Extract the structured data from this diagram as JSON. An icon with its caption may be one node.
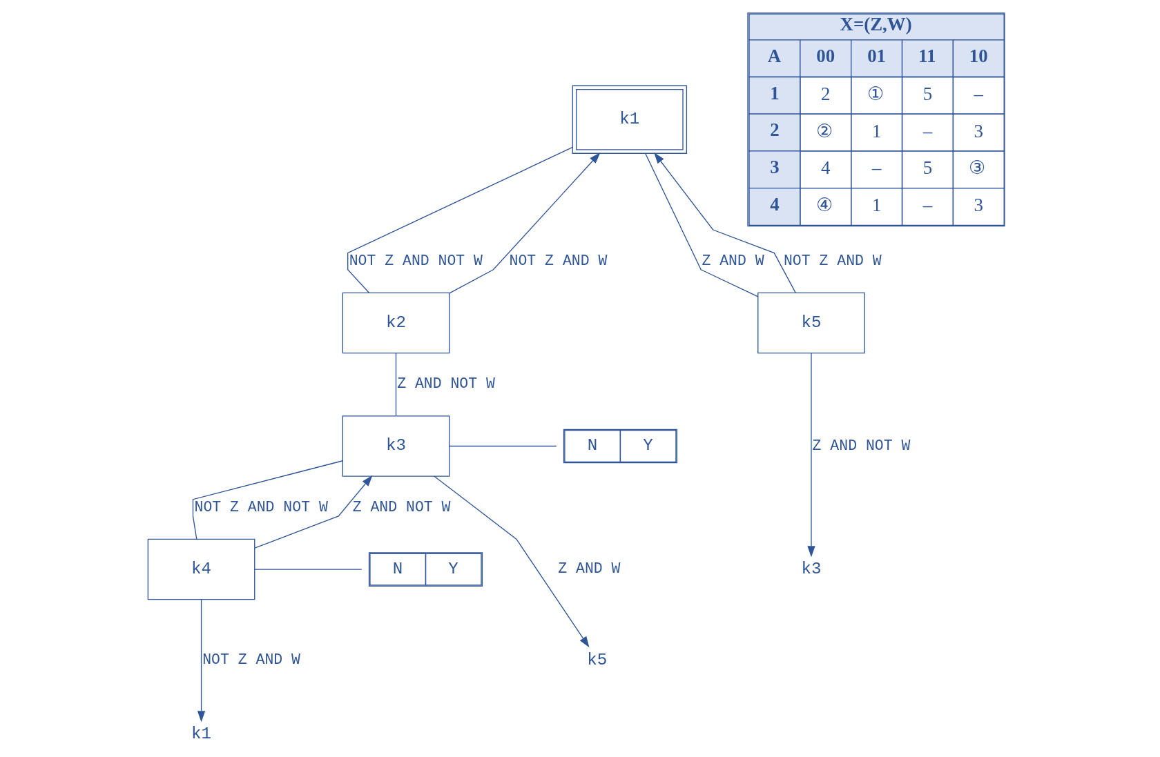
{
  "diagram": {
    "nodes": [
      {
        "text": [
          "k1"
        ]
      },
      {
        "text": [
          "k2"
        ]
      },
      {
        "text": [
          "k5"
        ]
      },
      {
        "text": [
          "k3"
        ]
      },
      {
        "text": [
          "N",
          "Y"
        ]
      },
      {
        "text": [
          "k4"
        ]
      },
      {
        "text": [
          "N",
          "Y"
        ]
      },
      {
        "text": [
          "k3"
        ]
      },
      {
        "text": [
          "k5"
        ]
      },
      {
        "text": [
          "k1"
        ]
      }
    ],
    "edges": [
      {
        "from": 0,
        "to": 1,
        "arrow": "none",
        "label": "NOT Z AND NOT W"
      },
      {
        "from": 0,
        "to": 2,
        "arrow": "none",
        "label": "Z AND W"
      },
      {
        "from": 1,
        "to": 0,
        "arrow": "to",
        "label": "NOT Z AND W"
      },
      {
        "from": 1,
        "to": 3,
        "arrow": "none",
        "label": "Z AND NOT W"
      },
      {
        "from": 2,
        "to": 7,
        "arrow": "to",
        "label": "Z AND NOT W"
      },
      {
        "from": 2,
        "to": 0,
        "arrow": "to",
        "label": "NOT Z AND W"
      },
      {
        "from": 3,
        "to": 4,
        "arrow": "none"
      },
      {
        "from": 3,
        "to": 5,
        "arrow": "none",
        "label": "NOT Z AND NOT W"
      },
      {
        "from": 3,
        "to": 8,
        "arrow": "to",
        "label": "Z AND W"
      },
      {
        "from": 5,
        "to": 6,
        "arrow": "none"
      },
      {
        "from": 5,
        "to": 3,
        "arrow": "to",
        "label": "Z AND NOT W"
      },
      {
        "from": 5,
        "to": 9,
        "arrow": "to",
        "label": "NOT Z AND W"
      }
    ],
    "labels": [
      "X=(Z,W)",
      "A",
      "00",
      "01",
      "11",
      "10",
      "1",
      "2",
      "①",
      "5",
      "–",
      "2",
      "②",
      "1",
      "–",
      "3",
      "3",
      "4",
      "–",
      "5",
      "③",
      "4",
      "④",
      "1",
      "–",
      "3"
    ]
  }
}
